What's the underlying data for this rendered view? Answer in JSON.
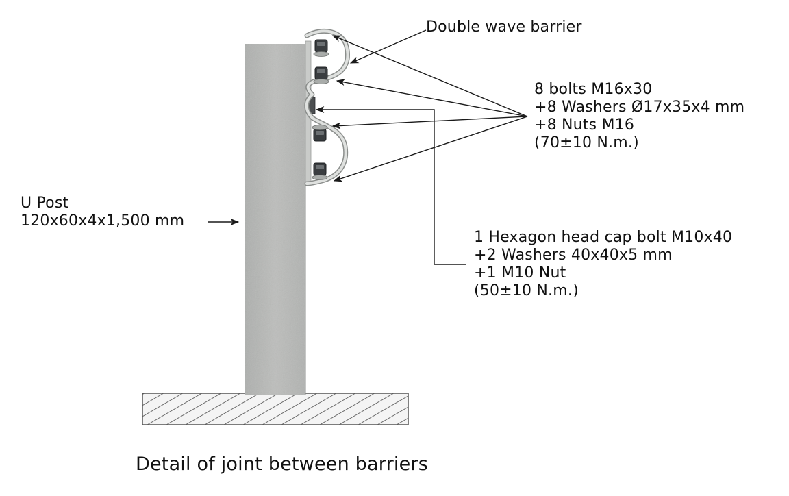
{
  "labels": {
    "double_wave_barrier": "Double wave barrier",
    "bolts": [
      "8 bolts M16x30",
      "+8 Washers Ø17x35x4 mm",
      "+8 Nuts M16",
      "(70±10 N.m.)"
    ],
    "hex_bolt": [
      "1 Hexagon head cap bolt M10x40",
      "+2  Washers 40x40x5 mm",
      "+1  M10 Nut",
      "(50±10 N.m.)"
    ],
    "u_post": [
      "U Post",
      "120x60x4x1,500 mm"
    ]
  },
  "caption": "Detail of joint between barriers",
  "colors": {
    "post": "#b7b8b6",
    "barrier": "#d4d6d4",
    "bolt": "#3a3d40",
    "leader": "#1a1a1a",
    "ground_hatch": "#5a5a5a"
  }
}
